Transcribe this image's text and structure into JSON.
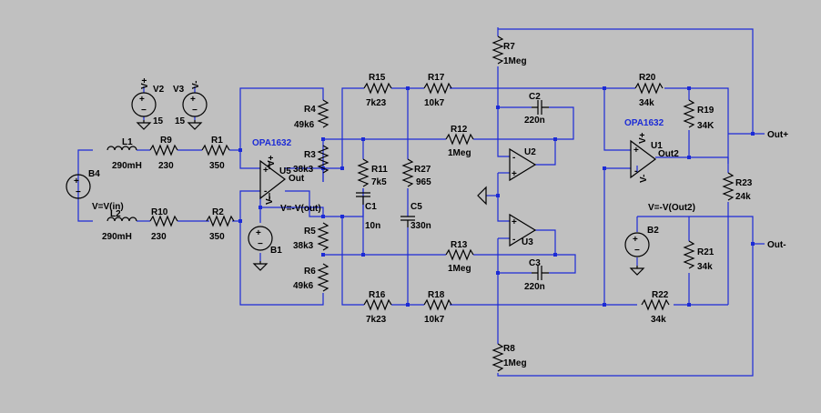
{
  "colors": {
    "background": "#c0c0c0",
    "wire": "#1c2bd6",
    "component": "#000000"
  },
  "opamps": {
    "u5": {
      "ref": "U5",
      "model": "OPA1632",
      "vplus": "V+",
      "vminus": "V-",
      "out": "Out"
    },
    "u1": {
      "ref": "U1",
      "model": "OPA1632",
      "vplus": "V+",
      "vminus": "V-",
      "out": "Out2"
    },
    "u2": {
      "ref": "U2"
    },
    "u3": {
      "ref": "U3"
    },
    "plus_sign": "+",
    "minus_sign": "-"
  },
  "sources": {
    "v2": {
      "ref": "V2",
      "value": "15",
      "pin": "V+"
    },
    "v3": {
      "ref": "V3",
      "value": "15",
      "pin": "V-"
    },
    "b4": {
      "ref": "B4",
      "expr": "V=V(in)"
    },
    "b1": {
      "ref": "B1",
      "expr": "V=-V(out)"
    },
    "b2": {
      "ref": "B2",
      "expr": "V=-V(Out2)"
    }
  },
  "inductors": {
    "l1": {
      "ref": "L1",
      "value": "290mH"
    },
    "l2": {
      "ref": "L2",
      "value": "290mH"
    }
  },
  "resistors": {
    "r1": {
      "ref": "R1",
      "value": "350"
    },
    "r2": {
      "ref": "R2",
      "value": "350"
    },
    "r9": {
      "ref": "R9",
      "value": "230"
    },
    "r10": {
      "ref": "R10",
      "value": "230"
    },
    "r3": {
      "ref": "R3",
      "value": "38k3"
    },
    "r4": {
      "ref": "R4",
      "value": "49k6"
    },
    "r5": {
      "ref": "R5",
      "value": "38k3"
    },
    "r6": {
      "ref": "R6",
      "value": "49k6"
    },
    "r7": {
      "ref": "R7",
      "value": "1Meg"
    },
    "r8": {
      "ref": "R8",
      "value": "1Meg"
    },
    "r11": {
      "ref": "R11",
      "value": "7k5"
    },
    "r12": {
      "ref": "R12",
      "value": "1Meg"
    },
    "r13": {
      "ref": "R13",
      "value": "1Meg"
    },
    "r15": {
      "ref": "R15",
      "value": "7k23"
    },
    "r16": {
      "ref": "R16",
      "value": "7k23"
    },
    "r17": {
      "ref": "R17",
      "value": "10k7"
    },
    "r18": {
      "ref": "R18",
      "value": "10k7"
    },
    "r19": {
      "ref": "R19",
      "value": "34K"
    },
    "r20": {
      "ref": "R20",
      "value": "34k"
    },
    "r21": {
      "ref": "R21",
      "value": "34k"
    },
    "r22": {
      "ref": "R22",
      "value": "34k"
    },
    "r23": {
      "ref": "R23",
      "value": "24k"
    },
    "r27": {
      "ref": "R27",
      "value": "965"
    }
  },
  "capacitors": {
    "c1": {
      "ref": "C1",
      "value": "10n"
    },
    "c2": {
      "ref": "C2",
      "value": "220n"
    },
    "c3": {
      "ref": "C3",
      "value": "220n"
    },
    "c5": {
      "ref": "C5",
      "value": "330n"
    }
  },
  "nets": {
    "out_plus": "Out+",
    "out_minus": "Out-"
  }
}
